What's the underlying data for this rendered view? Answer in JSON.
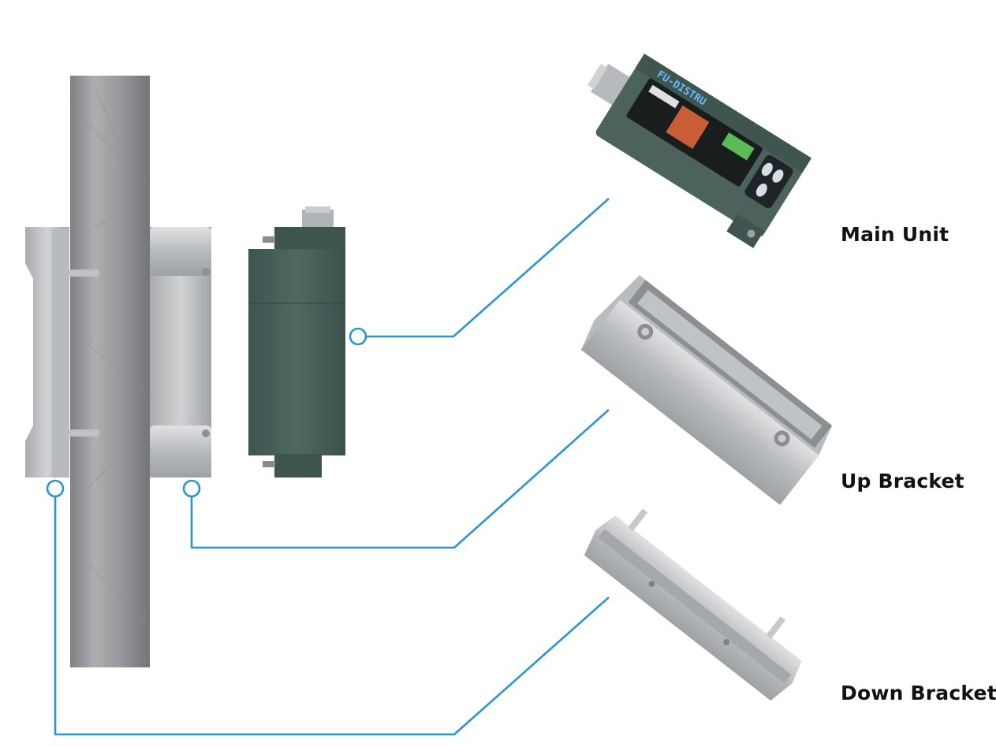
{
  "labels": {
    "main_unit": "Main Unit",
    "up_bracket": "Up Bracket",
    "down_bracket": "Down Bracket"
  },
  "device": {
    "brand": "FU-DISTRU"
  },
  "colors": {
    "leader_line": "#2b95d1",
    "unit_body": "#465e56",
    "bracket_metal": "#c4c7c9",
    "pipe": "#9a9c9e",
    "screen_green": "#5bbb56",
    "screen_bars": "#e9683a"
  }
}
